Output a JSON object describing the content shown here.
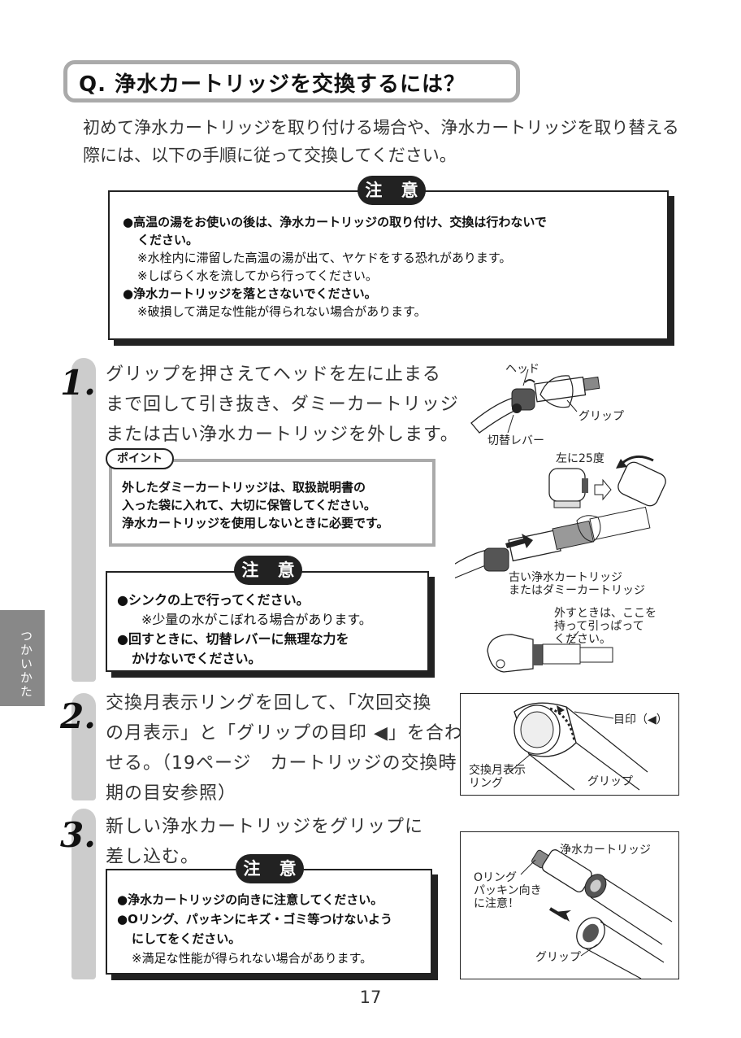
{
  "title": "Q. 浄水カートリッジを交換するには？",
  "intro": [
    "初めて浄水カートリッジを取り付ける場合や、浄水カートリッジを取り替える",
    "際には、以下の手順に従って交換してください。"
  ],
  "caution_label": "注 意",
  "top_caution": {
    "b1_line1": "●高温の湯をお使いの後は、浄水カートリッジの取り付け、交換は行わないで",
    "b1_line2": "ください。",
    "n1": "※水栓内に滞留した高温の湯が出て、ヤケドをする恐れがあります。",
    "n2": "※しばらく水を流してから行ってください。",
    "b2": "●浄水カートリッジを落とさないでください。",
    "n3": "※破損して満足な性能が得られない場合があります。"
  },
  "side_tab": "つかいかた",
  "steps": [
    {
      "num": "1.",
      "lines": [
        "グリップを押さえてヘッドを左に止まる",
        "まで回して引き抜き、ダミーカートリッジ",
        "または古い浄水カートリッジを外します。"
      ],
      "point_label": "ポイント",
      "point_lines": [
        "外したダミーカートリッジは、取扱説明書の",
        "入った袋に入れて、大切に保管してください。",
        "浄水カートリッジを使用しないときに必要です。"
      ],
      "caution": {
        "b1": "●シンクの上で行ってください。",
        "n1": "※少量の水がこぼれる場合があります。",
        "b2_line1": "●回すときに、切替レバーに無理な力を",
        "b2_line2": "かけないでください。"
      },
      "illus": {
        "head": "ヘッド",
        "grip": "グリップ",
        "lever": "切替レバー",
        "rotate": "左に25度",
        "old1": "古い浄水カートリッジ",
        "old2": "またはダミーカートリッジ",
        "hold1": "外すときは、ここを",
        "hold2": "持って引っぱって",
        "hold3": "ください。"
      }
    },
    {
      "num": "2.",
      "lines": [
        "交換月表示リングを回して、「次回交換",
        "の月表示」と「グリップの目印 ◀」を合わ",
        "せる。（19ページ　カートリッジの交換時",
        "期の目安参照）"
      ],
      "illus": {
        "mark": "目印（◀）",
        "ring1": "交換月表示",
        "ring2": "リング",
        "grip": "グリップ"
      }
    },
    {
      "num": "3.",
      "lines": [
        "新しい浄水カートリッジをグリップに",
        "差し込む。"
      ],
      "caution": {
        "b1": "●浄水カートリッジの向きに注意してください。",
        "b2_line1": "●Oリング、パッキンにキズ・ゴミ等つけないよう",
        "b2_line2": "にしてをください。",
        "n1": "※満足な性能が得られない場合があります。"
      },
      "illus": {
        "cartridge": "浄水カートリッジ",
        "oring1": "Oリング",
        "oring2": "パッキン向き",
        "oring3": "に注意！",
        "grip": "グリップ"
      }
    }
  ],
  "page_number": "17"
}
